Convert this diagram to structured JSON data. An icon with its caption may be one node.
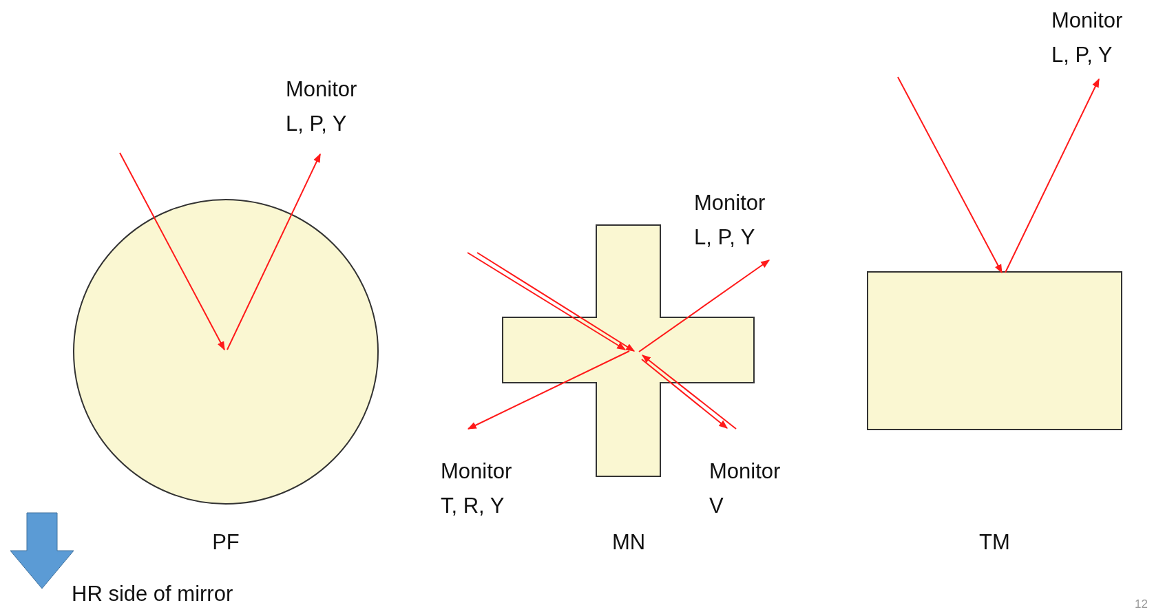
{
  "diagram": {
    "nodes": [
      {
        "text": [
          "PF"
        ]
      },
      {
        "text": [
          "Monitor L, P, Y"
        ]
      },
      {
        "text": [
          "MN"
        ]
      },
      {
        "text": [
          "Monitor L, P, Y"
        ]
      },
      {
        "text": [
          "Monitor T, R, Y"
        ]
      },
      {
        "text": [
          "Monitor V"
        ]
      },
      {
        "text": [
          "TM"
        ]
      },
      {
        "text": [
          "Monitor L, P, Y"
        ]
      }
    ],
    "edges": [
      {
        "from": null,
        "to": 0,
        "arrow": "to"
      },
      {
        "from": 0,
        "to": 1,
        "arrow": "to"
      },
      {
        "from": null,
        "to": 2,
        "arrow": "to"
      },
      {
        "from": null,
        "to": 2,
        "arrow": "to"
      },
      {
        "from": 2,
        "to": 3,
        "arrow": "to"
      },
      {
        "from": 2,
        "to": 4,
        "arrow": "to"
      },
      {
        "from": null,
        "to": 2,
        "arrow": "to"
      },
      {
        "from": 2,
        "to": 5,
        "arrow": "to"
      },
      {
        "from": null,
        "to": 6,
        "arrow": "to"
      },
      {
        "from": 6,
        "to": 7,
        "arrow": "to"
      }
    ],
    "labels": [
      "HR side of mirror",
      "12"
    ]
  }
}
